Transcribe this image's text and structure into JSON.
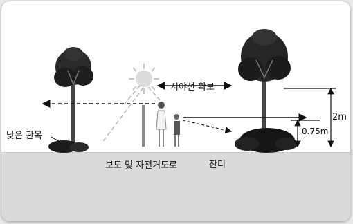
{
  "labels": {
    "sightline": "시야선 확보",
    "low_shrubs": "낮은 관목",
    "sidewalk_bikeway": "보도 및 자전거도로",
    "lawn": "잔디",
    "height_2m": "2m",
    "height_075m": "0.75m"
  },
  "colors": {
    "ground": "#dadada",
    "foliage": "#222222",
    "line": "#111111",
    "sun": "#d9d9d9"
  },
  "icons": [
    "tree-icon",
    "shrub-icon",
    "sun-icon",
    "pedestrian-adult-icon",
    "pedestrian-child-icon",
    "streetlight-icon"
  ]
}
